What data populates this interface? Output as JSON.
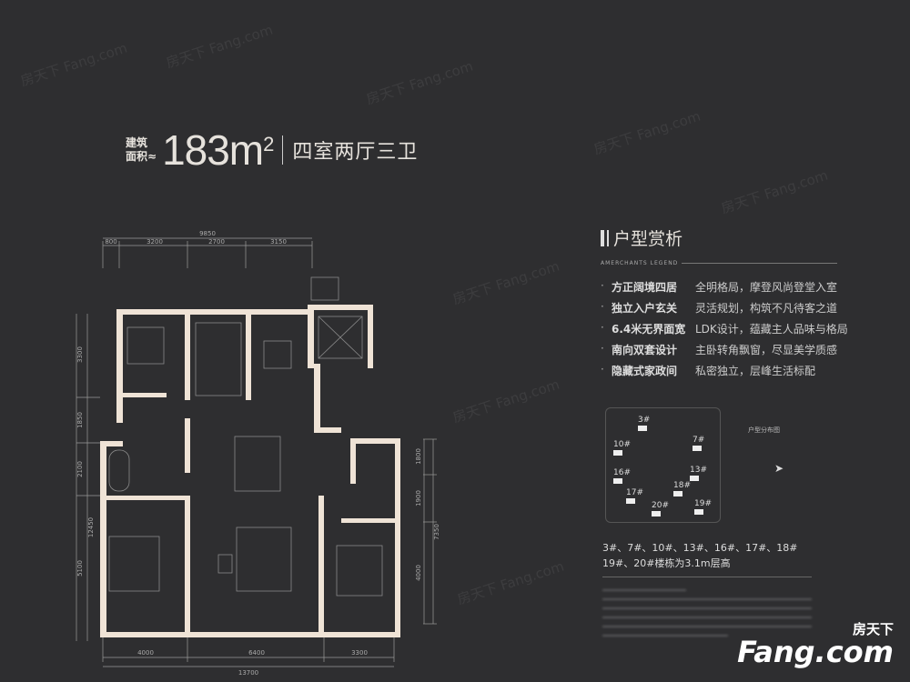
{
  "header": {
    "area_label_line1": "建筑",
    "area_label_line2": "面积≈",
    "area_value": "183m",
    "area_unit_sup": "2",
    "layout_type": "四室两厅三卫"
  },
  "dimensions": {
    "top_total": "9850",
    "top": [
      "800",
      "3200",
      "2700",
      "3150"
    ],
    "bottom_total": "13700",
    "bottom": [
      "4000",
      "6400",
      "3300"
    ],
    "left_total": "12450",
    "left": [
      "3300",
      "1850",
      "2100",
      "5100"
    ],
    "right_total": "7350",
    "right": [
      "1800",
      "1900",
      "4000"
    ]
  },
  "panel": {
    "title": "户型赏析",
    "legend_en": "AMERCHANTS LEGEND",
    "features": [
      {
        "key": "方正阔境四居",
        "value": "全明格局，摩登风尚登堂入室"
      },
      {
        "key": "独立入户玄关",
        "value": "灵活规划，构筑不凡待客之道"
      },
      {
        "key": "6.4米无界面宽",
        "value": "LDK设计，蕴藏主人品味与格局"
      },
      {
        "key": "南向双套设计",
        "value": "主卧转角飘窗，尽显美学质感"
      },
      {
        "key": "隐藏式家政间",
        "value": "私密独立，层峰生活标配"
      }
    ]
  },
  "site_map": {
    "caption": "户型分布图",
    "buildings": [
      "3#",
      "7#",
      "10#",
      "13#",
      "16#",
      "17#",
      "18#",
      "19#",
      "20#"
    ]
  },
  "notes": {
    "line1": "3#、7#、10#、13#、16#、17#、18#",
    "line2": "19#、20#楼栋为3.1m层高"
  },
  "watermark": "房天下 Fang.com",
  "logo": {
    "cn": "房天下",
    "en": "Fang.com"
  },
  "colors": {
    "background": "#2e2e30",
    "walls": "#efe3d6",
    "text": "#e6e2dc"
  }
}
